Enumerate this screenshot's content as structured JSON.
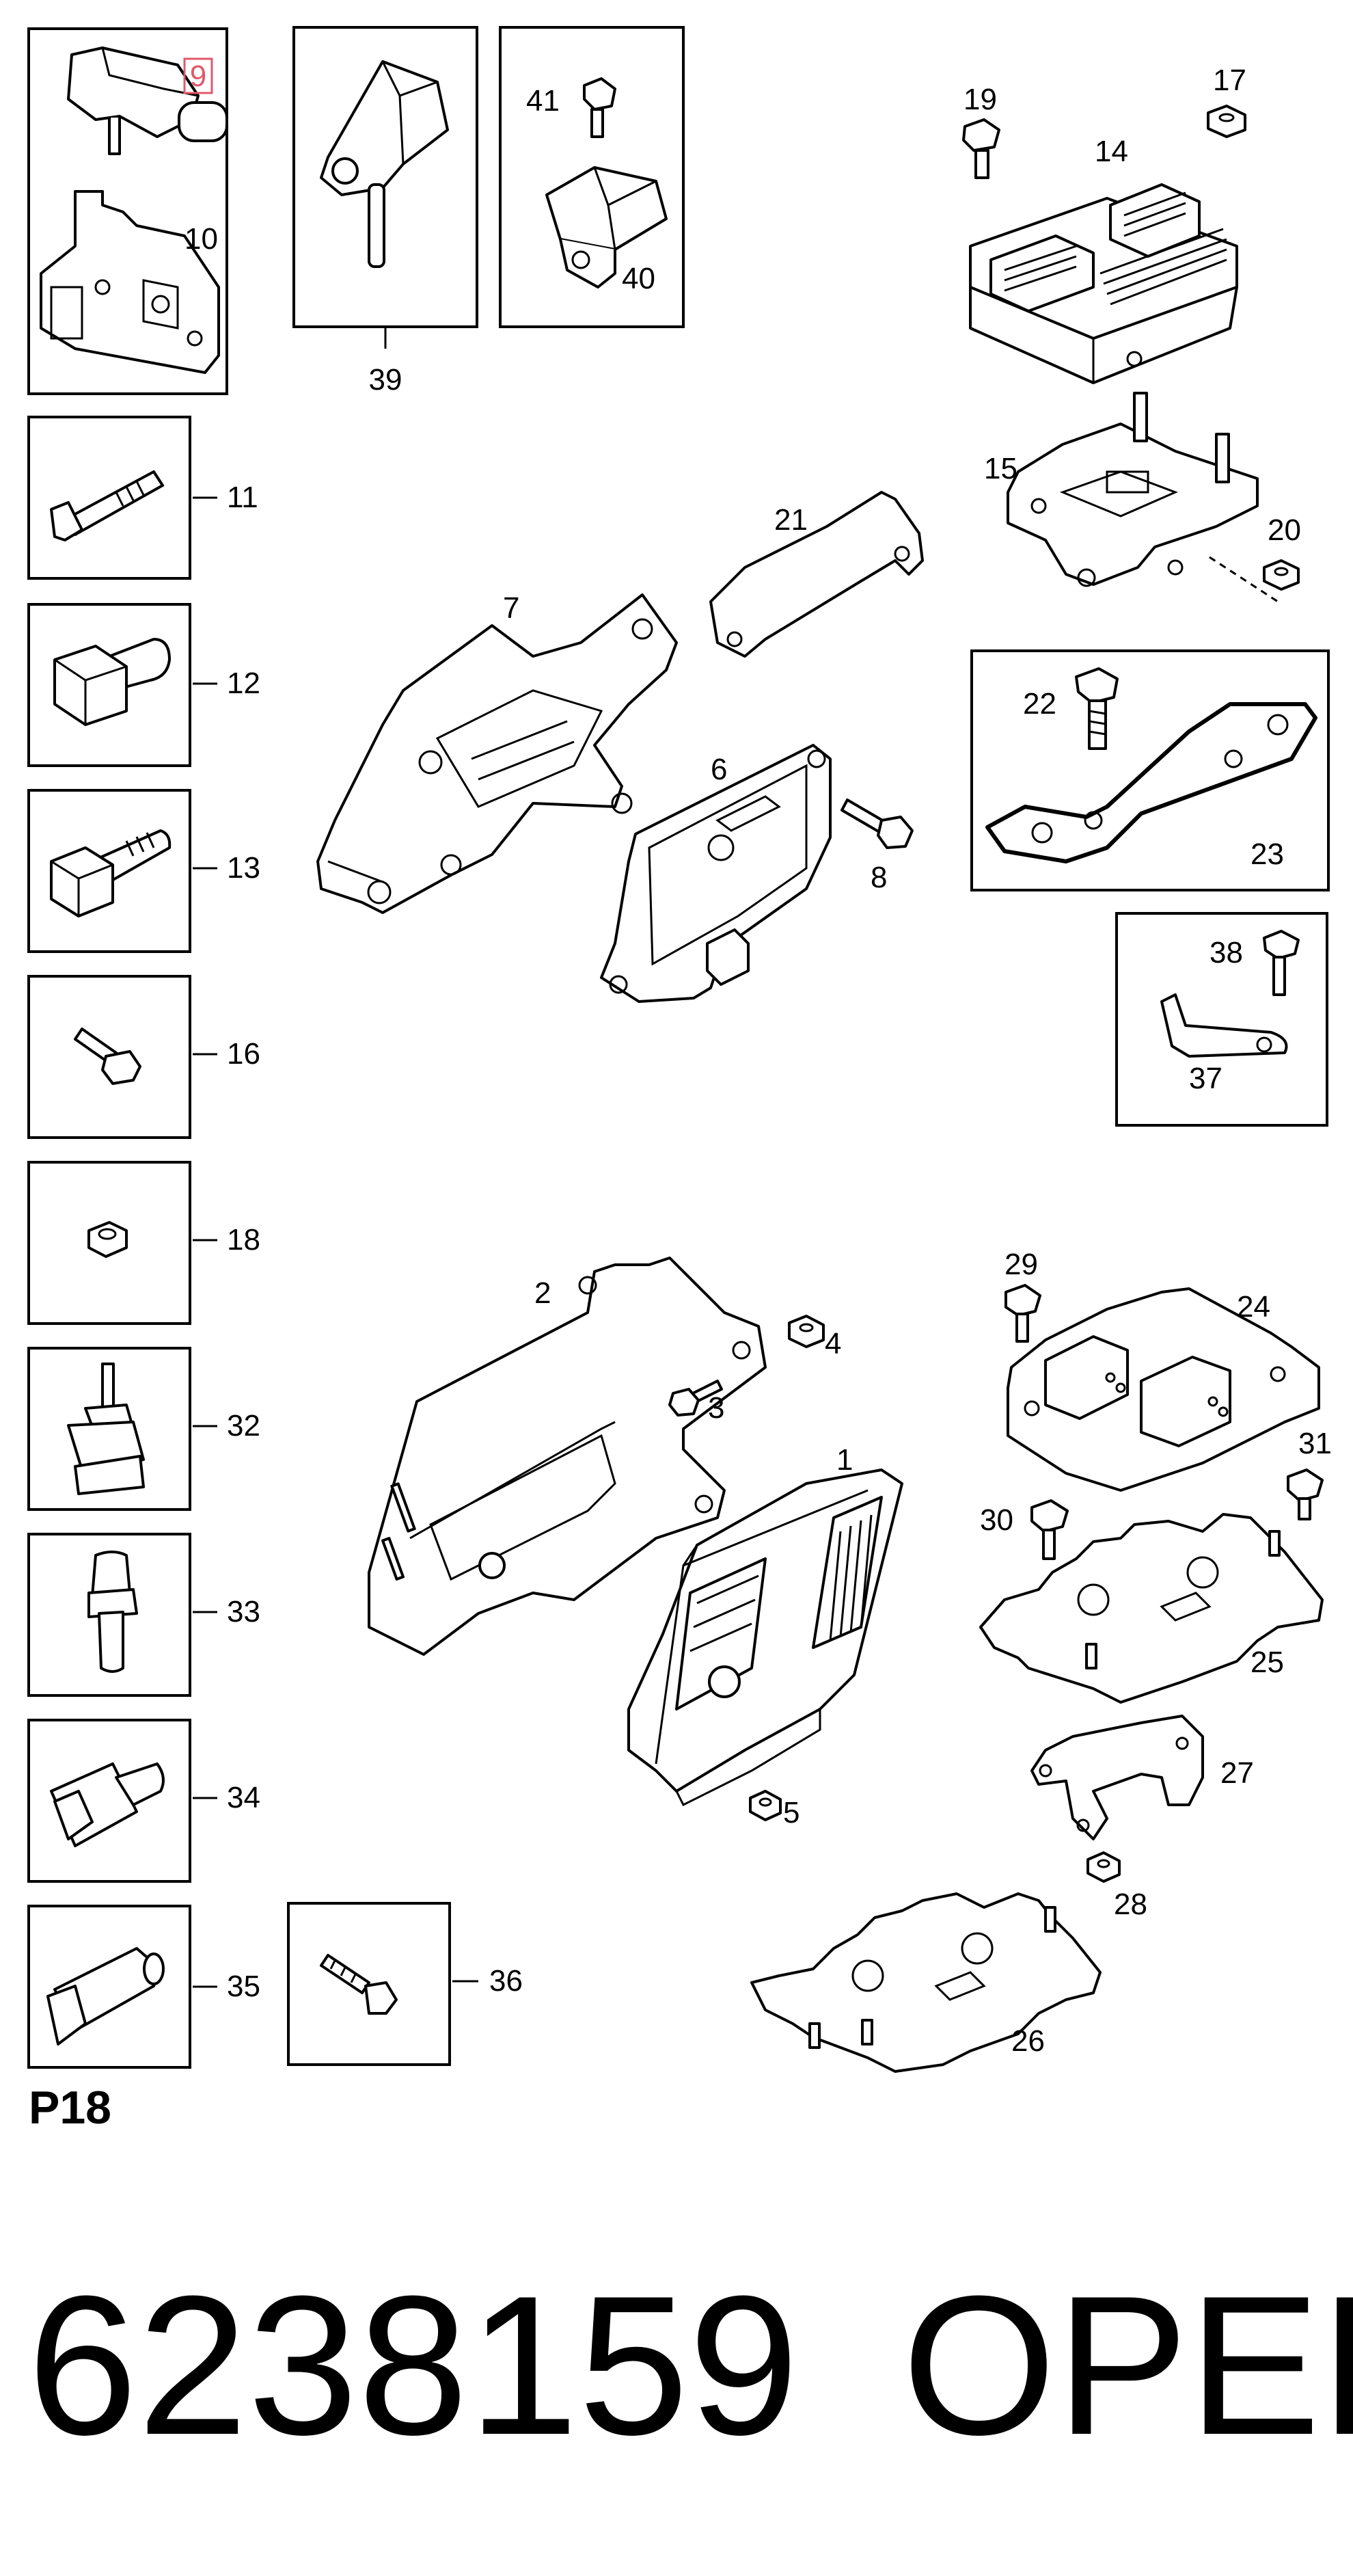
{
  "labels": {
    "p1": "1",
    "p2": "2",
    "p3": "3",
    "p4": "4",
    "p5": "5",
    "p6": "6",
    "p7": "7",
    "p8": "8",
    "p9": "9",
    "p10": "10",
    "p11": "11",
    "p12": "12",
    "p13": "13",
    "p14": "14",
    "p15": "15",
    "p16": "16",
    "p17": "17",
    "p18": "18",
    "p19": "19",
    "p20": "20",
    "p21": "21",
    "p22": "22",
    "p23": "23",
    "p24": "24",
    "p25": "25",
    "p26": "26",
    "p27": "27",
    "p28": "28",
    "p29": "29",
    "p30": "30",
    "p31": "31",
    "p32": "32",
    "p33": "33",
    "p34": "34",
    "p35": "35",
    "p36": "36",
    "p37": "37",
    "p38": "38",
    "p39": "39",
    "p40": "40",
    "p41": "41"
  },
  "sheet_code": "P18",
  "part_number": "6238159",
  "brand": "OPEL",
  "highlight_color": "#e05a6a"
}
